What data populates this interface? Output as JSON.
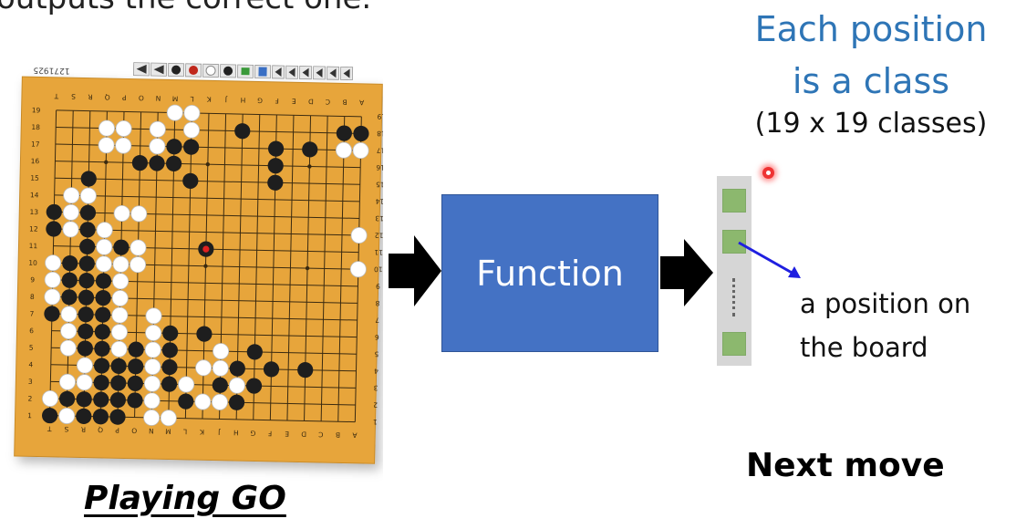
{
  "top_text": "outputs the correct one.",
  "output_title_line1": "Each position",
  "output_title_line2": "is a class",
  "output_subtitle": "(19 x 19 classes)",
  "board_caption": "Playing GO",
  "function_label": "Function",
  "position_note_line1": "a position on",
  "position_note_line2": "the board",
  "output_label": "Next move",
  "board": {
    "game_id": "1271925",
    "column_letters": [
      "A",
      "B",
      "C",
      "D",
      "E",
      "F",
      "G",
      "H",
      "J",
      "K",
      "L",
      "M",
      "N",
      "O",
      "P",
      "Q",
      "R",
      "S",
      "T"
    ],
    "row_numbers": [
      "19",
      "18",
      "17",
      "16",
      "15",
      "14",
      "13",
      "12",
      "11",
      "10",
      "9",
      "8",
      "7",
      "6",
      "5",
      "4",
      "3",
      "2",
      "1"
    ],
    "black_stones": [
      [
        11,
        1
      ],
      [
        17,
        1
      ],
      [
        18,
        1
      ],
      [
        6,
        2
      ],
      [
        7,
        2
      ],
      [
        8,
        2
      ],
      [
        13,
        2
      ],
      [
        15,
        2
      ],
      [
        5,
        3
      ],
      [
        6,
        3
      ],
      [
        7,
        3
      ],
      [
        13,
        3
      ],
      [
        2,
        4
      ],
      [
        8,
        4
      ],
      [
        13,
        4
      ],
      [
        2,
        5
      ],
      [
        0,
        6
      ],
      [
        1,
        6
      ],
      [
        2,
        6
      ],
      [
        0,
        7
      ],
      [
        1,
        7
      ],
      [
        2,
        7
      ],
      [
        2,
        8
      ],
      [
        3,
        8
      ],
      [
        4,
        8
      ],
      [
        9,
        8
      ],
      [
        1,
        9
      ],
      [
        2,
        9
      ],
      [
        1,
        10
      ],
      [
        2,
        10
      ],
      [
        3,
        10
      ],
      [
        1,
        11
      ],
      [
        2,
        11
      ],
      [
        3,
        11
      ],
      [
        0,
        12
      ],
      [
        2,
        12
      ],
      [
        3,
        12
      ],
      [
        2,
        13
      ],
      [
        3,
        13
      ],
      [
        7,
        13
      ],
      [
        9,
        13
      ],
      [
        2,
        14
      ],
      [
        3,
        14
      ],
      [
        5,
        14
      ],
      [
        7,
        14
      ],
      [
        12,
        14
      ],
      [
        2,
        15
      ],
      [
        3,
        15
      ],
      [
        4,
        15
      ],
      [
        5,
        15
      ],
      [
        7,
        15
      ],
      [
        11,
        15
      ],
      [
        13,
        15
      ],
      [
        15,
        15
      ],
      [
        3,
        16
      ],
      [
        4,
        16
      ],
      [
        5,
        16
      ],
      [
        7,
        16
      ],
      [
        10,
        16
      ],
      [
        12,
        16
      ],
      [
        1,
        17
      ],
      [
        2,
        17
      ],
      [
        3,
        17
      ],
      [
        4,
        17
      ],
      [
        5,
        17
      ],
      [
        8,
        17
      ],
      [
        11,
        17
      ],
      [
        0,
        18
      ],
      [
        2,
        18
      ],
      [
        3,
        18
      ],
      [
        4,
        18
      ]
    ],
    "white_stones": [
      [
        7,
        0
      ],
      [
        8,
        0
      ],
      [
        3,
        1
      ],
      [
        4,
        1
      ],
      [
        6,
        1
      ],
      [
        8,
        1
      ],
      [
        3,
        2
      ],
      [
        4,
        2
      ],
      [
        6,
        2
      ],
      [
        17,
        2
      ],
      [
        18,
        2
      ],
      [
        1,
        5
      ],
      [
        2,
        5
      ],
      [
        1,
        6
      ],
      [
        4,
        6
      ],
      [
        5,
        6
      ],
      [
        1,
        7
      ],
      [
        3,
        7
      ],
      [
        3,
        8
      ],
      [
        5,
        8
      ],
      [
        0,
        9
      ],
      [
        3,
        9
      ],
      [
        4,
        9
      ],
      [
        5,
        9
      ],
      [
        0,
        10
      ],
      [
        4,
        10
      ],
      [
        0,
        11
      ],
      [
        4,
        11
      ],
      [
        1,
        12
      ],
      [
        4,
        12
      ],
      [
        6,
        12
      ],
      [
        1,
        13
      ],
      [
        4,
        13
      ],
      [
        6,
        13
      ],
      [
        1,
        14
      ],
      [
        4,
        14
      ],
      [
        6,
        14
      ],
      [
        10,
        14
      ],
      [
        2,
        15
      ],
      [
        6,
        15
      ],
      [
        9,
        15
      ],
      [
        10,
        15
      ],
      [
        1,
        16
      ],
      [
        2,
        16
      ],
      [
        6,
        16
      ],
      [
        8,
        16
      ],
      [
        11,
        16
      ],
      [
        0,
        17
      ],
      [
        6,
        17
      ],
      [
        9,
        17
      ],
      [
        10,
        17
      ],
      [
        1,
        18
      ],
      [
        6,
        18
      ],
      [
        7,
        18
      ],
      [
        18,
        7
      ],
      [
        18,
        9
      ]
    ],
    "last_move": [
      9,
      8
    ],
    "toolbar_icons": [
      "back-icon",
      "undo-icon",
      "black-stone-icon",
      "red-stone-icon",
      "white-stone-icon",
      "stone-pair-icon",
      "green-arrow-icon",
      "text-icon",
      "first-icon",
      "prev10-icon",
      "prev-icon",
      "next-icon",
      "next10-icon",
      "last-icon"
    ]
  },
  "colors": {
    "function_box": "#4472C4",
    "title_blue": "#2E75B6",
    "output_cell": "#70AD47",
    "arrow_black": "#000000",
    "pointer_blue": "#1F1FE0",
    "board_wood": "#E7A53A"
  }
}
